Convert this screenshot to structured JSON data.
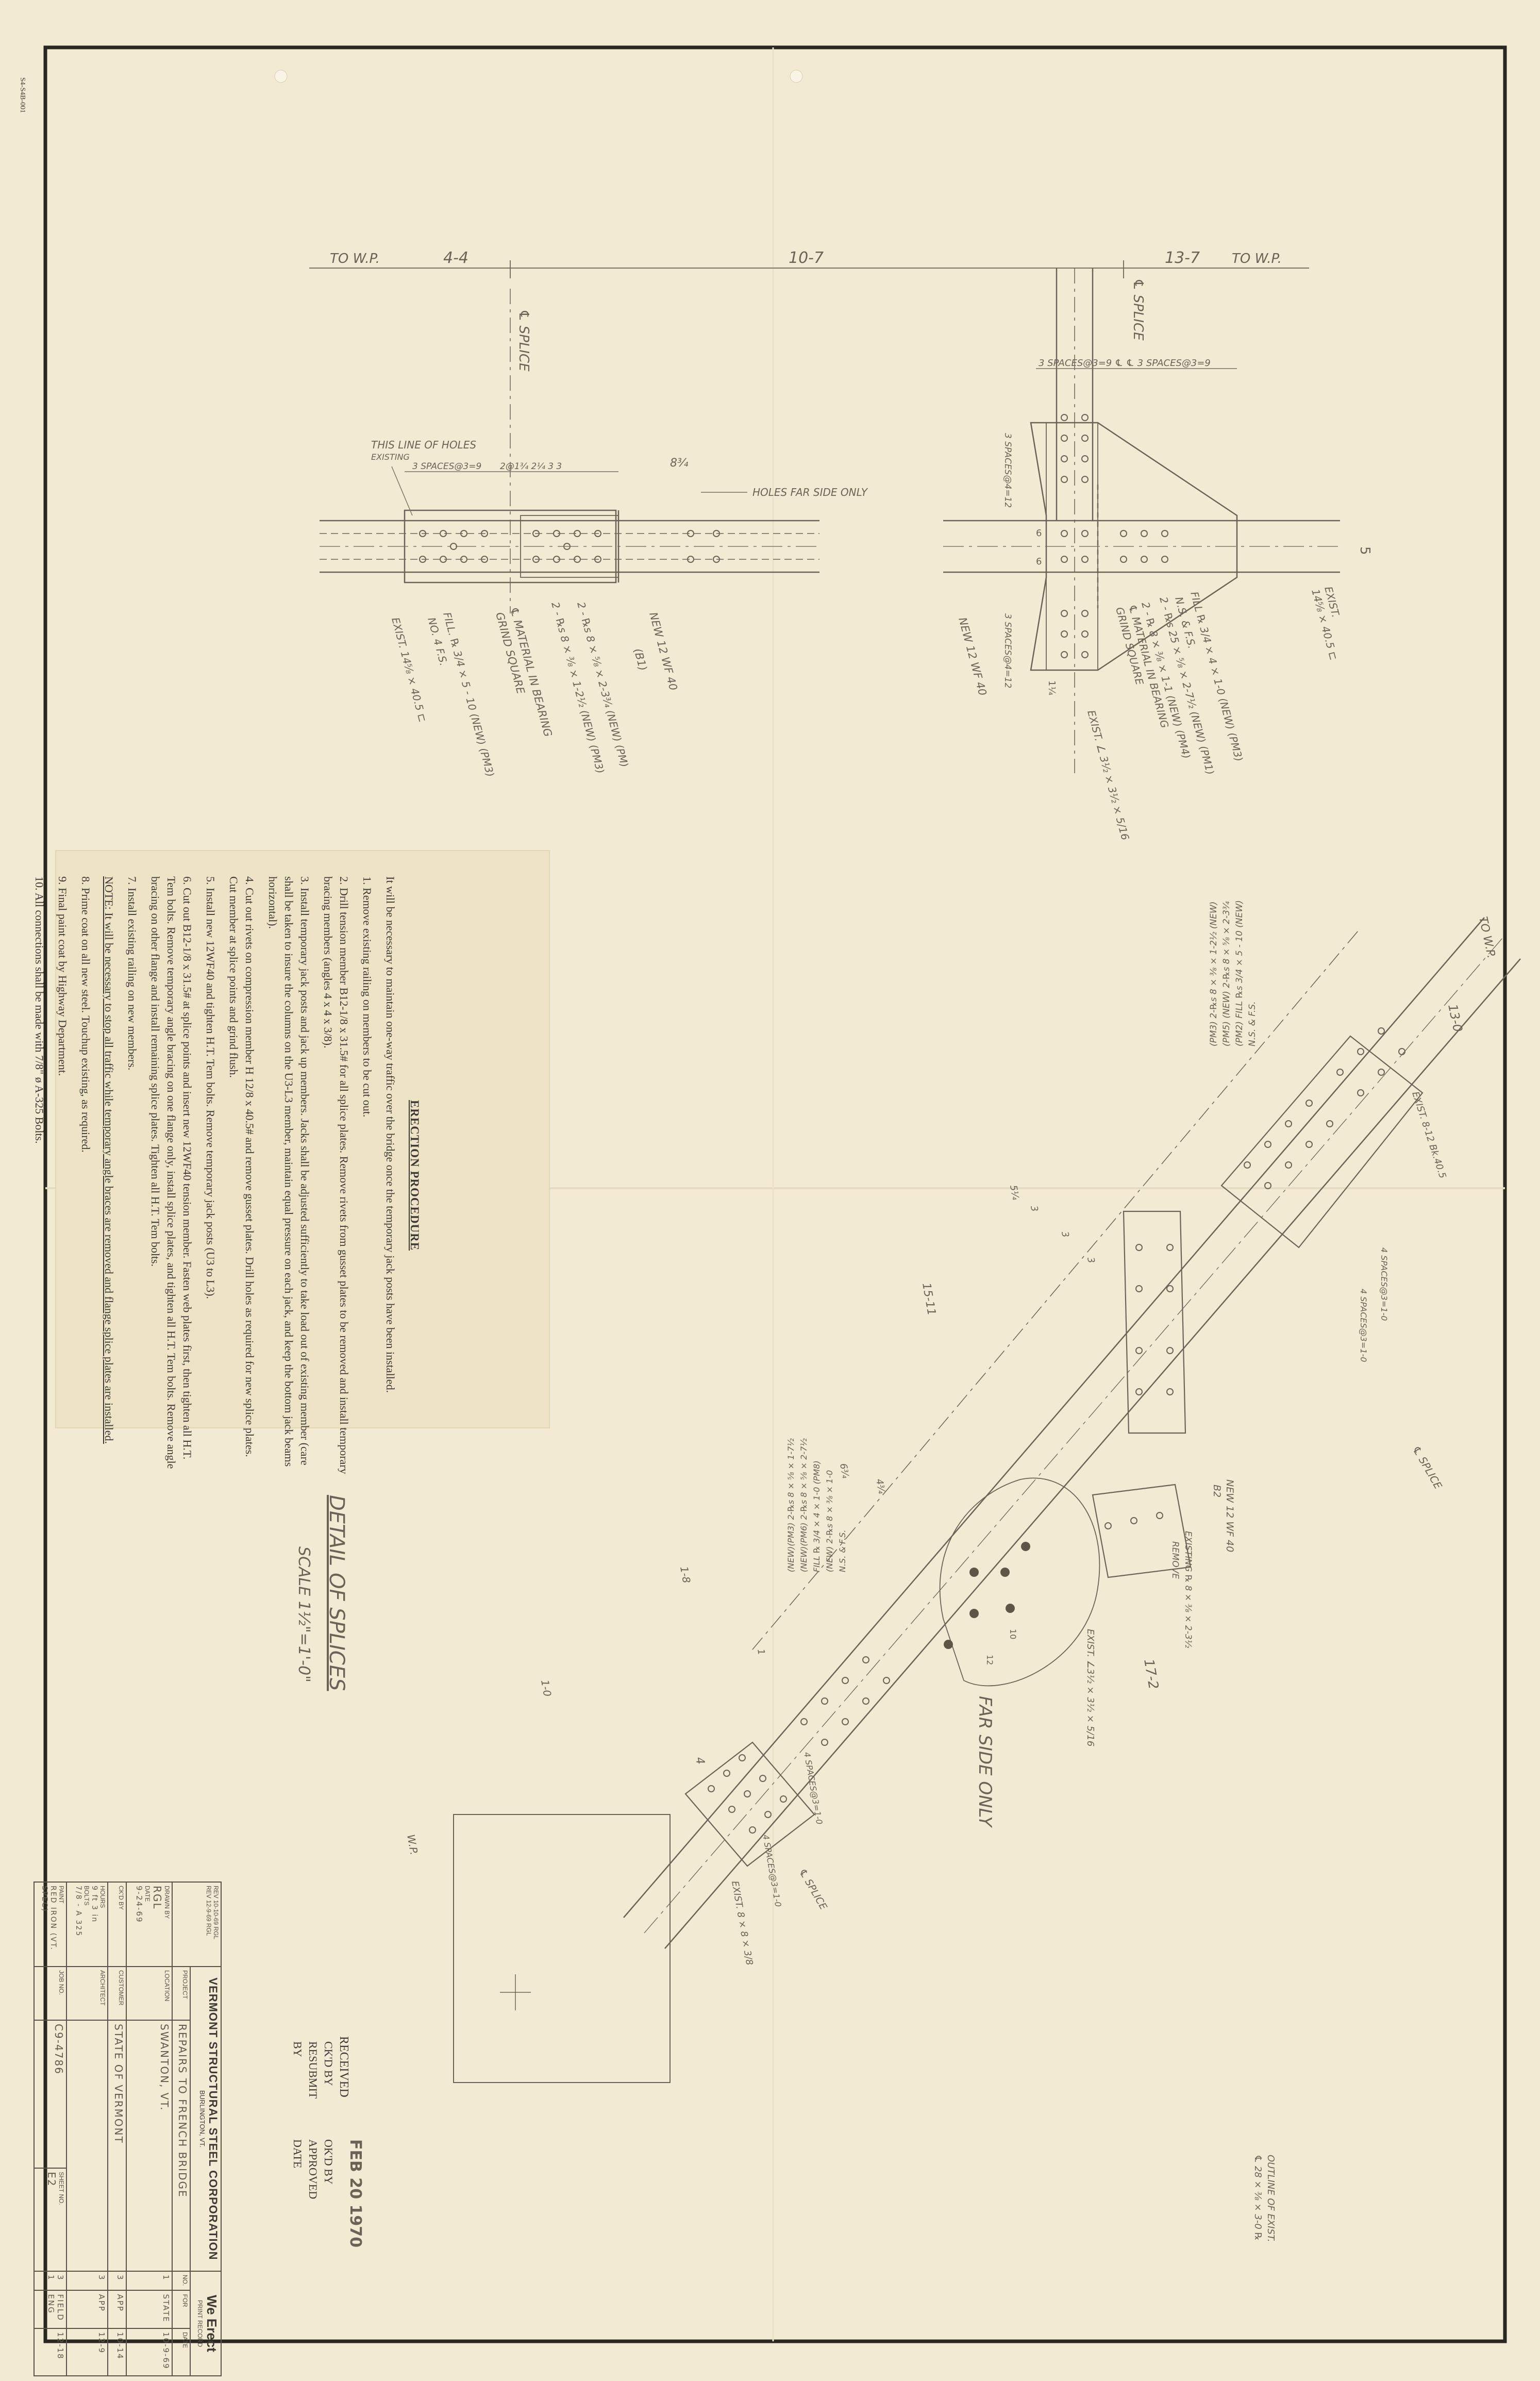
{
  "top_view": {
    "dimensions": {
      "left_label": "TO W.P.",
      "left_dim": "4-4",
      "middle_dim": "10-7",
      "right_dim": "13-7",
      "right_label": "TO W.P."
    },
    "left_splice": {
      "cl_splice": "℄ SPLICE",
      "holes_note_line1": "THIS LINE OF HOLES",
      "holes_note_line2": "EXISTING",
      "spacing_1": "3 SPACES@3=9",
      "spacing_2": "2@1¾ 2¼ 3 3",
      "dim_8": "8¾",
      "holes_far_side": "HOLES FAR SIDE ONLY",
      "callouts": [
        "EXIST. 14⅝ × 40.5 ⊏",
        "FILL. ℞ 3/4 × 5 - 10 (NEW) (PM3)",
        "NO. 4 F.S.",
        "℄ MATERIAL IN BEARING",
        "GRIND SQUARE",
        "2 - ℞s 8 × ⅜ × 1-2½ (NEW) (PM3)",
        "2 - ℞s 8 × ⅝ × 2-3¾ (NEW) (PM)",
        "NEW 12 WF 40",
        "(B1)"
      ]
    },
    "right_splice": {
      "cl_splice": "℄ SPLICE",
      "spacing_top": "3 SPACES@3=9  ℄  ℄  3 SPACES@3=9",
      "dim_5": "5",
      "vertical_spacing_1": "3 SPACES@4=12",
      "vertical_spacing_2": "3 SPACES@4=12",
      "dim_6a": "6",
      "dim_6b": "6",
      "dim_1": "1¼",
      "callouts": [
        "NEW 12 WF 40",
        "FILL ℞ 3/4 × 4 × 1-0 (NEW) (PM3)",
        "N.S. & F.S.",
        "2 - ℞s 25 × ⅝ × 2-7½ (NEW) (PM1)",
        "2 - ℞ 8 × ⅜ × 1-1 (NEW) (PM4)",
        "℄ MATERIAL IN BEARING",
        "GRIND SQUARE",
        "EXIST. ∠ 3½ × 3½ × 5/16",
        "EXIST.",
        "14⅝ × 40.5 ⊏"
      ]
    }
  },
  "erection": {
    "title": "ERECTION PROCEDURE",
    "intro": "It will be necessary to maintain one-way traffic over the bridge once the temporary jack posts have been installed.",
    "steps": [
      "1. Remove existing railing on members to be cut out.",
      "2. Drill tension member B12-1/8 x 31.5# for all splice plates. Remove rivets from gusset plates to be removed and install temporary bracing members (angles 4 x 4 x 3/8).",
      "3. Install temporary jack posts and jack up members. Jacks shall be adjusted sufficiently to take load out of existing member (care shall be taken to insure the columns on the U3-L3 member, maintain equal pressure on each jack, and keep the bottom jack beams horizontal).",
      "4. Cut out rivets on compression member H 12/8 x 40.5# and remove gusset plates. Drill holes as required for new splice plates. Cut member at splice points and grind flush.",
      "5. Install new 12WF40 and tighten H.T. Tem bolts. Remove temporary jack posts (U3 to L3).",
      "6. Cut out B12-1/8 x 31.5# at splice points and insert new 12WF40 tension member. Fasten web plates first, then tighten all H.T. Tem bolts. Remove temporary angle bracing on one flange only, install splice plates, and tighten all H.T. Tem bolts. Remove angle bracing on other flange and install remaining splice plates. Tighten all H.T. Tem bolts.",
      "7. Install existing railing on new members.",
      "8. Prime coat on all new steel. Touchup existing, as required.",
      "9. Final paint coat by Highway Department.",
      "10. All connections shall be made with 7/8\" ø A-325 Bolts."
    ],
    "note": "NOTE: It will be necessary to stop all traffic while temporary angle braces are removed and flange splice plates are installed."
  },
  "detail_title": {
    "title": "DETAIL OF SPLICES",
    "scale": "SCALE 1½\"=1'-0\""
  },
  "diagonal_view": {
    "labels": [
      "TO W.P.",
      "13-0",
      "EXIST. 8-12 Bk.40.5",
      "(PM3) 2-℞s 8 × ⅜ × 1-2½ (NEW)",
      "(PM5) (NEW) 2-℞s 8 × ⅝ × 2-3¾",
      "(PM2) FILL ℞s 3/4 × 5 - 10 (NEW)",
      "N.S. & F.S.",
      "4 SPACES@3=1-0",
      "4 SPACES@3=1-0",
      "℄ SPLICE",
      "NEW 12 WF 40",
      "B2",
      "EXISTING ℞ 8 × ⅜ × 2-3½",
      "REMOVE",
      "EXIST. ∠3½ × 3½ × 5/16",
      "FAR SIDE ONLY",
      "10",
      "12",
      "(NEW)(PM3) 2-℞s 8 × ⅝ × 1-7½",
      "(NEW)(PM6) 2-℞s 8 × ⅝ × 2-7½",
      "FILL ℞ 3/4 × 4 × 1-0 (PM8)",
      "(NEW) 2-℞s 8 × ⅜ × 1-0",
      "N.S. & F.S.",
      "4 SPACES@3=1-0",
      "4 SPACES@3=1-0",
      "℄ SPLICE",
      "EXIST. 8 × 8 × 3/8",
      "W.P.",
      "1-0",
      "1-8",
      "4",
      "1",
      "17-2",
      "15-11",
      "6¾",
      "4¾",
      "3",
      "3",
      "3",
      "5¼",
      "OUTLINE OF EXIST.",
      "℄ 28 × ⅜ × 3-0 ℞"
    ]
  },
  "received": {
    "received": "RECEIVED",
    "ckd_by": "CK'D BY",
    "resubmit": "RESUBMIT",
    "by": "BY",
    "date_stamp": "FEB 20 1970",
    "okd_by": "OK'D BY",
    "approved": "APPROVED",
    "date": "DATE"
  },
  "title_block": {
    "company": "VERMONT STRUCTURAL STEEL CORPORATION",
    "city": "BURLINGTON, VT.",
    "we_erect": "We Erect",
    "project_label": "PROJECT",
    "project": "REPAIRS TO FRENCH BRIDGE",
    "location_label": "LOCATION",
    "location": "SWANTON, VT.",
    "customer_label": "CUSTOMER",
    "customer": "STATE OF VERMONT",
    "architect_label": "ARCHITECT",
    "architect": "",
    "job_label": "JOB NO.",
    "job": "C9-4786",
    "sheet_label": "SHEET NO.",
    "sheet": "E2",
    "drawn_label": "DRAWN BY",
    "drawn": "RGL",
    "date_label": "DATE",
    "drawn_date": "9-24-69",
    "ckd_label": "CK'D BY",
    "rev1": "REV 10-10-69 RGL",
    "rev2": "REV 12-9-69 RGL",
    "hours_label": "HOURS",
    "hours": "9 ft 3 in",
    "bolts_label": "BOLTS",
    "bolts": "7/8 - A 325",
    "paint_label": "PAINT",
    "paint": "RED IRON (VT. SPEC)",
    "print_record_label": "PRINT RECORD",
    "print_cols": [
      "NO.",
      "FOR",
      "DATE"
    ],
    "print_rows": [
      [
        "1",
        "STATE",
        "10-9-69"
      ],
      [
        "3",
        "APP",
        "10-14"
      ],
      [
        "3",
        "APP",
        "12-9"
      ],
      [
        "3",
        "FIELD",
        "12-18"
      ],
      [
        "1",
        "ENG",
        ""
      ]
    ]
  },
  "corner_mark": "S4-S4B-001"
}
